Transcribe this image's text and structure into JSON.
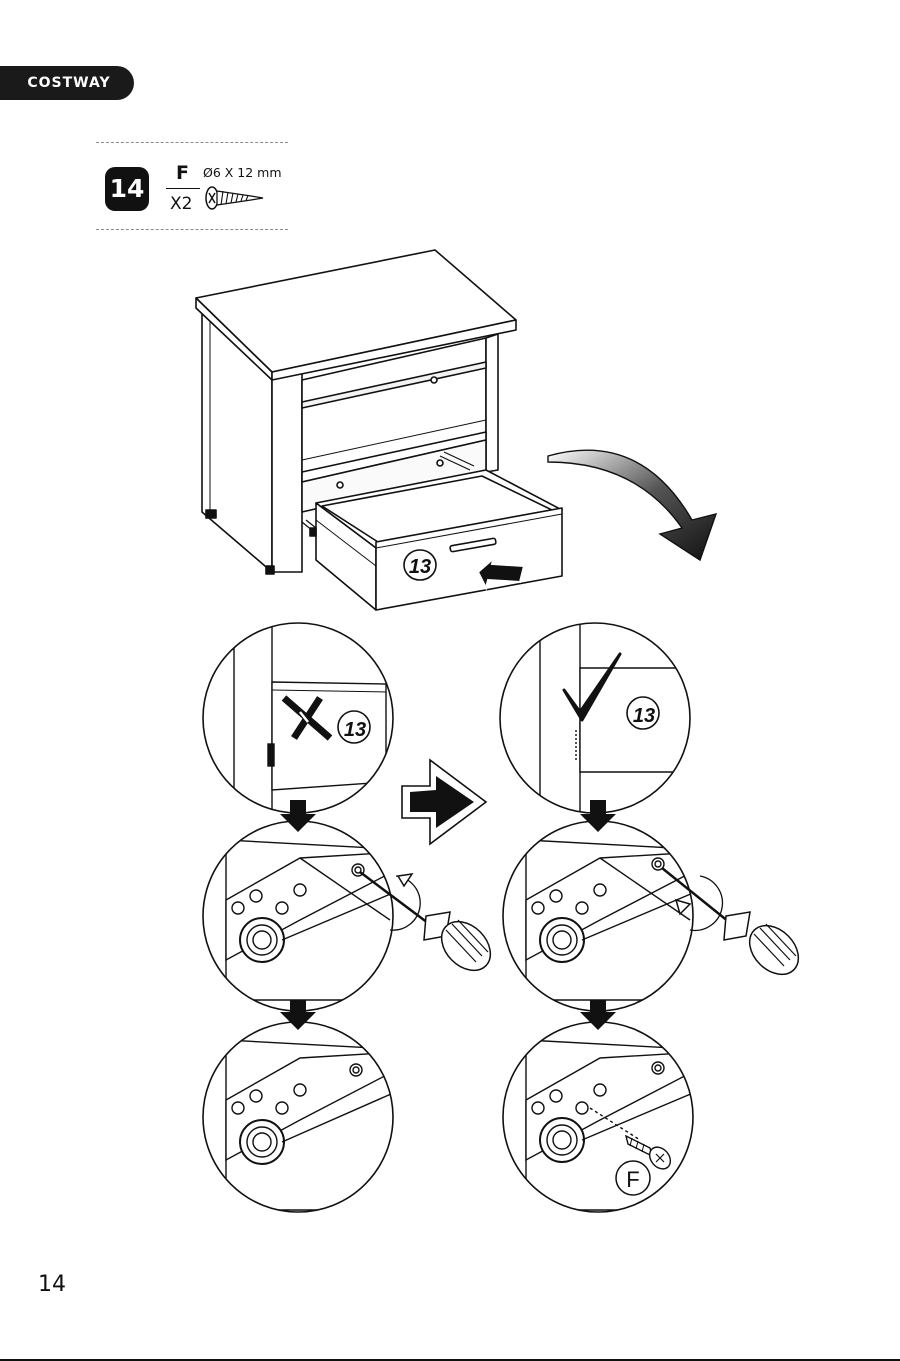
{
  "brand": {
    "name": "COSTWAY"
  },
  "step": {
    "number": "14",
    "part": {
      "letter": "F",
      "quantity": "X2",
      "size": "Ø6 X 12 mm"
    }
  },
  "illustration": {
    "drawer_label": "13",
    "wrong_detail_label": "13",
    "correct_detail_label": "13",
    "screw_part_label": "F"
  },
  "page": {
    "number": "14"
  },
  "icons": {
    "screw": "screw-icon",
    "curved_arrow": "curved-arrow-icon",
    "push_arrow": "push-arrow-icon",
    "wrong_mark": "cross-icon",
    "right_mark": "check-icon",
    "next_arrow": "big-right-arrow-icon",
    "down_arrow": "down-arrow-icon",
    "screwdriver": "screwdriver-icon"
  }
}
